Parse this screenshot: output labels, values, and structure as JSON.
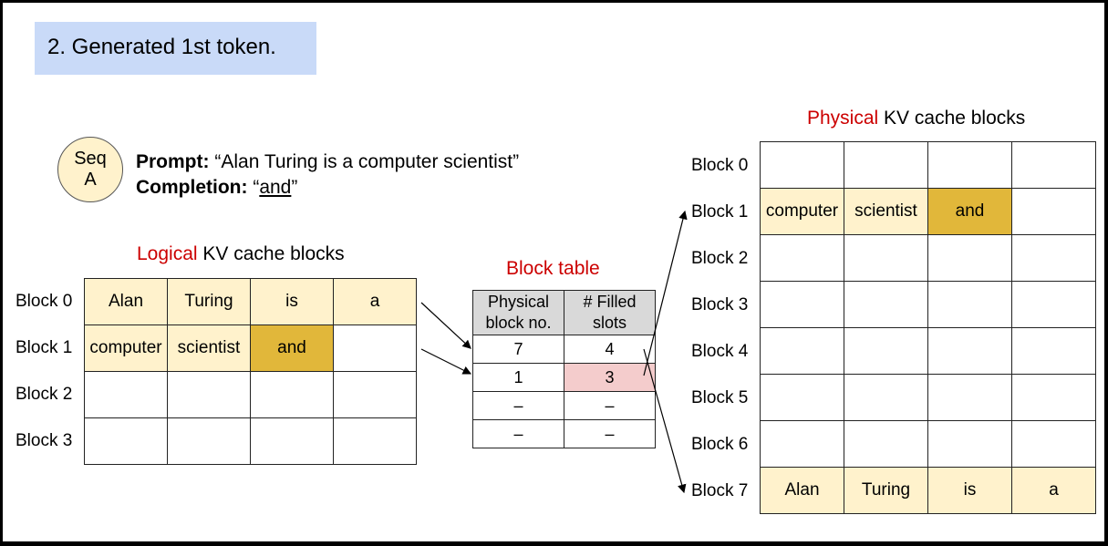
{
  "title": "2. Generated 1st token.",
  "sequence": {
    "line1": "Seq",
    "line2": "A"
  },
  "prompt": {
    "label": "Prompt:",
    "text": "“Alan Turing is a computer scientist”"
  },
  "completion": {
    "label": "Completion:",
    "open": "“",
    "token": "and",
    "close": "”"
  },
  "logical": {
    "title_red": "Logical",
    "title_rest": " KV cache blocks",
    "row_labels": [
      "Block 0",
      "Block 1",
      "Block 2",
      "Block 3"
    ],
    "rows": [
      [
        "Alan",
        "Turing",
        "is",
        "a"
      ],
      [
        "computer",
        "scientist",
        "and",
        ""
      ],
      [
        "",
        "",
        "",
        ""
      ],
      [
        "",
        "",
        "",
        ""
      ]
    ]
  },
  "block_table": {
    "title": "Block table",
    "header": [
      "Physical block no.",
      "# Filled slots"
    ],
    "header_lines": [
      [
        "Physical",
        "block no."
      ],
      [
        "# Filled",
        "slots"
      ]
    ],
    "rows": [
      [
        "7",
        "4"
      ],
      [
        "1",
        "3"
      ],
      [
        "–",
        "–"
      ],
      [
        "–",
        "–"
      ]
    ]
  },
  "physical": {
    "title_red": "Physical",
    "title_rest": " KV cache blocks",
    "row_labels": [
      "Block 0",
      "Block 1",
      "Block 2",
      "Block 3",
      "Block 4",
      "Block 5",
      "Block 6",
      "Block 7"
    ],
    "rows": [
      [
        "",
        "",
        "",
        ""
      ],
      [
        "computer",
        "scientist",
        "and",
        ""
      ],
      [
        "",
        "",
        "",
        ""
      ],
      [
        "",
        "",
        "",
        ""
      ],
      [
        "",
        "",
        "",
        ""
      ],
      [
        "",
        "",
        "",
        ""
      ],
      [
        "",
        "",
        "",
        ""
      ],
      [
        "Alan",
        "Turing",
        "is",
        "a"
      ]
    ]
  },
  "colors": {
    "title_bg": "#c9daf8",
    "filled": "#fff2cc",
    "new_token": "#e1b73a",
    "updated_slot": "#f4cccc",
    "accent": "#cc0000"
  }
}
